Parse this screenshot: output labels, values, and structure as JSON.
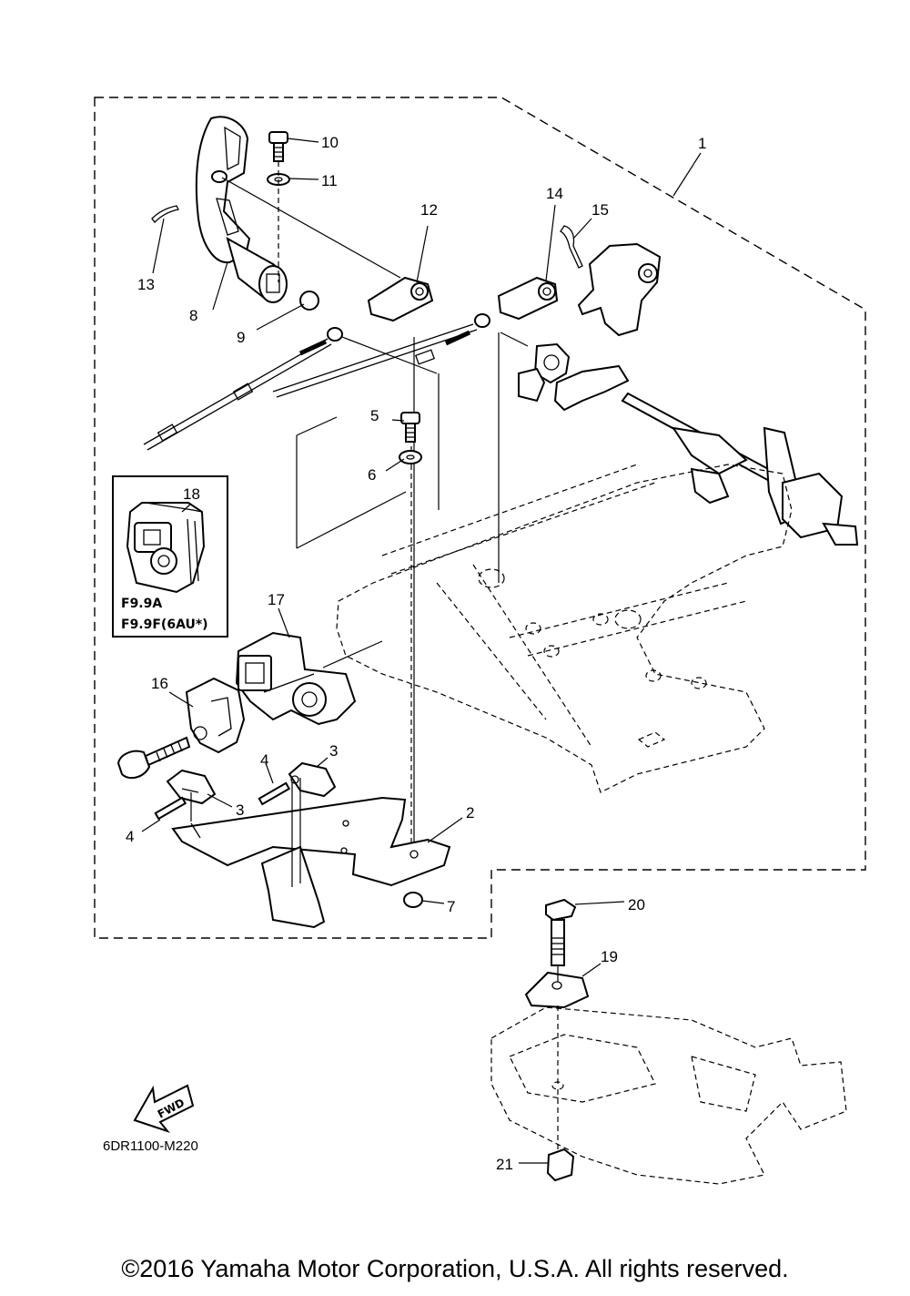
{
  "callouts": {
    "c1": "1",
    "c2": "2",
    "c3a": "3",
    "c3b": "3",
    "c4a": "4",
    "c4b": "4",
    "c5": "5",
    "c6": "6",
    "c7": "7",
    "c8": "8",
    "c9": "9",
    "c10": "10",
    "c11": "11",
    "c12": "12",
    "c13": "13",
    "c14": "14",
    "c15": "15",
    "c16": "16",
    "c17": "17",
    "c18": "18",
    "c19": "19",
    "c20": "20",
    "c21": "21"
  },
  "inset": {
    "model_line1": "F9.9A",
    "model_line2": "F9.9F(6AU*)"
  },
  "fwd_arrow_label": "FWD",
  "diagram_code": "6DR1100-M220",
  "copyright": "©2016 Yamaha Motor Corporation, U.S.A. All rights reserved."
}
